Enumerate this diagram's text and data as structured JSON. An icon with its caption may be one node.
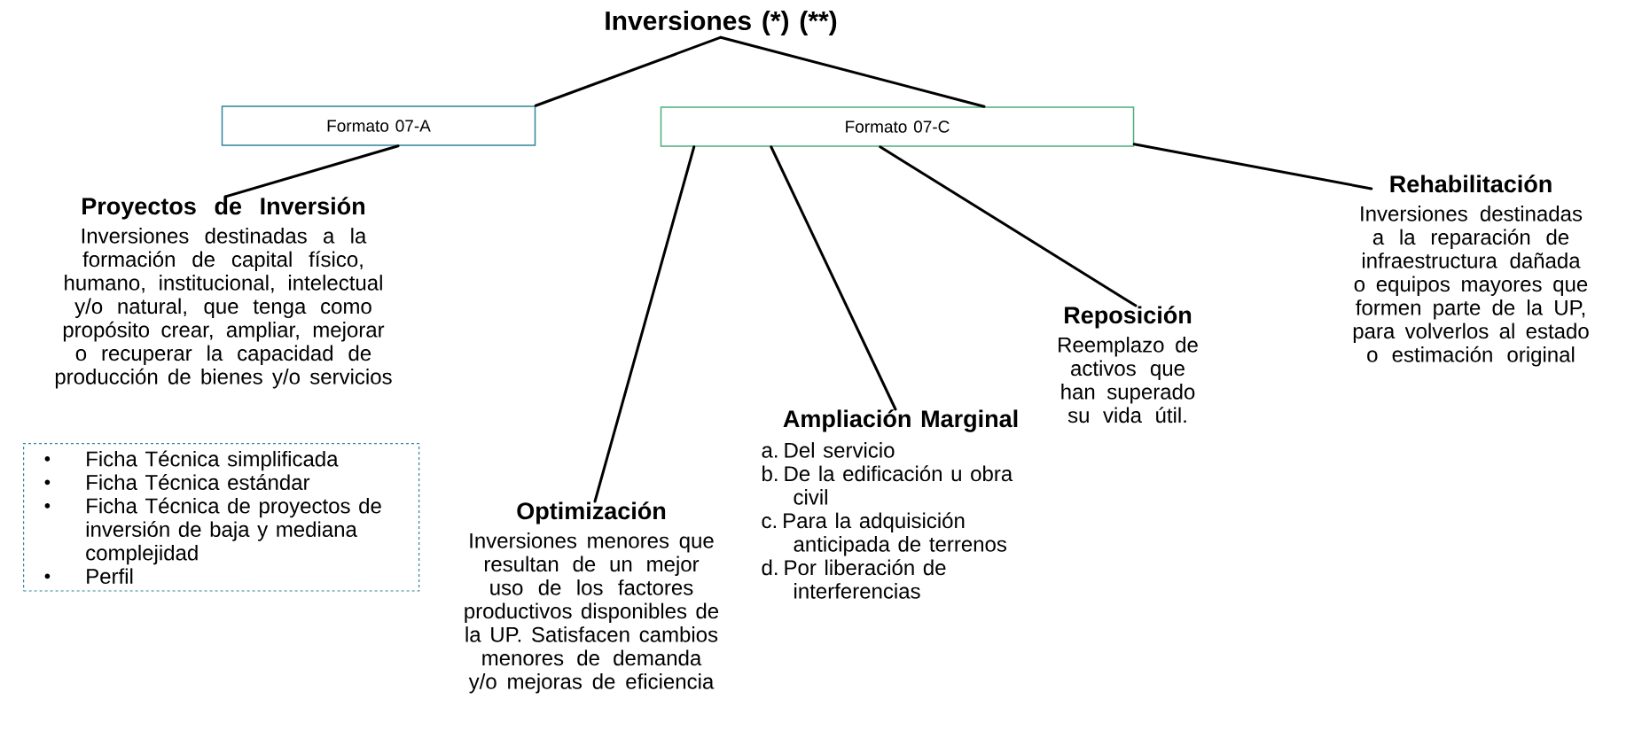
{
  "diagram": {
    "nodes": [
      {
        "text": [
          "Inversiones (*) (**)"
        ]
      },
      {
        "text": [
          "Formato 07-A"
        ]
      },
      {
        "text": [
          "Formato 07-C"
        ]
      },
      {
        "text": [
          "Proyectos de Inversión",
          "Inversiones destinadas a la formación de capital físico, humano, institucional, intelectual y/o natural, que tenga como propósito crear, ampliar, mejorar o recuperar la capacidad de producción de bienes y/o servicios"
        ]
      },
      {
        "text": [
          "Ficha Técnica simplificada",
          "Ficha Técnica estándar",
          "Ficha Técnica de proyectos de inversión de baja y mediana complejidad",
          "Perfil"
        ]
      },
      {
        "text": [
          "Optimización",
          "Inversiones menores que resultan de un mejor uso de los factores productivos disponibles de la UP. Satisfacen cambios menores de demanda y/o mejoras de eficiencia"
        ]
      },
      {
        "text": [
          "Ampliación Marginal",
          "a. Del servicio",
          "b. De la edificación u obra civil",
          "c. Para la adquisición anticipada de terrenos",
          "d. Por liberación de interferencias"
        ]
      },
      {
        "text": [
          "Reposición",
          "Reemplazo de activos que han superado su vida útil."
        ]
      },
      {
        "text": [
          "Rehabilitación",
          "Inversiones destinadas a la reparación de infraestructura dañada o equipos mayores que formen parte de la UP, para volverlos al estado o estimación original"
        ]
      }
    ],
    "edges": [
      {
        "from": 0,
        "to": 1,
        "arrow": "none"
      },
      {
        "from": 1,
        "to": 3,
        "arrow": "none"
      },
      {
        "from": 0,
        "to": 2,
        "arrow": "none"
      },
      {
        "from": 2,
        "to": 5,
        "arrow": "none"
      },
      {
        "from": 2,
        "to": 6,
        "arrow": "none"
      },
      {
        "from": 2,
        "to": 7,
        "arrow": "none"
      },
      {
        "from": 2,
        "to": 8,
        "arrow": "none"
      }
    ]
  }
}
